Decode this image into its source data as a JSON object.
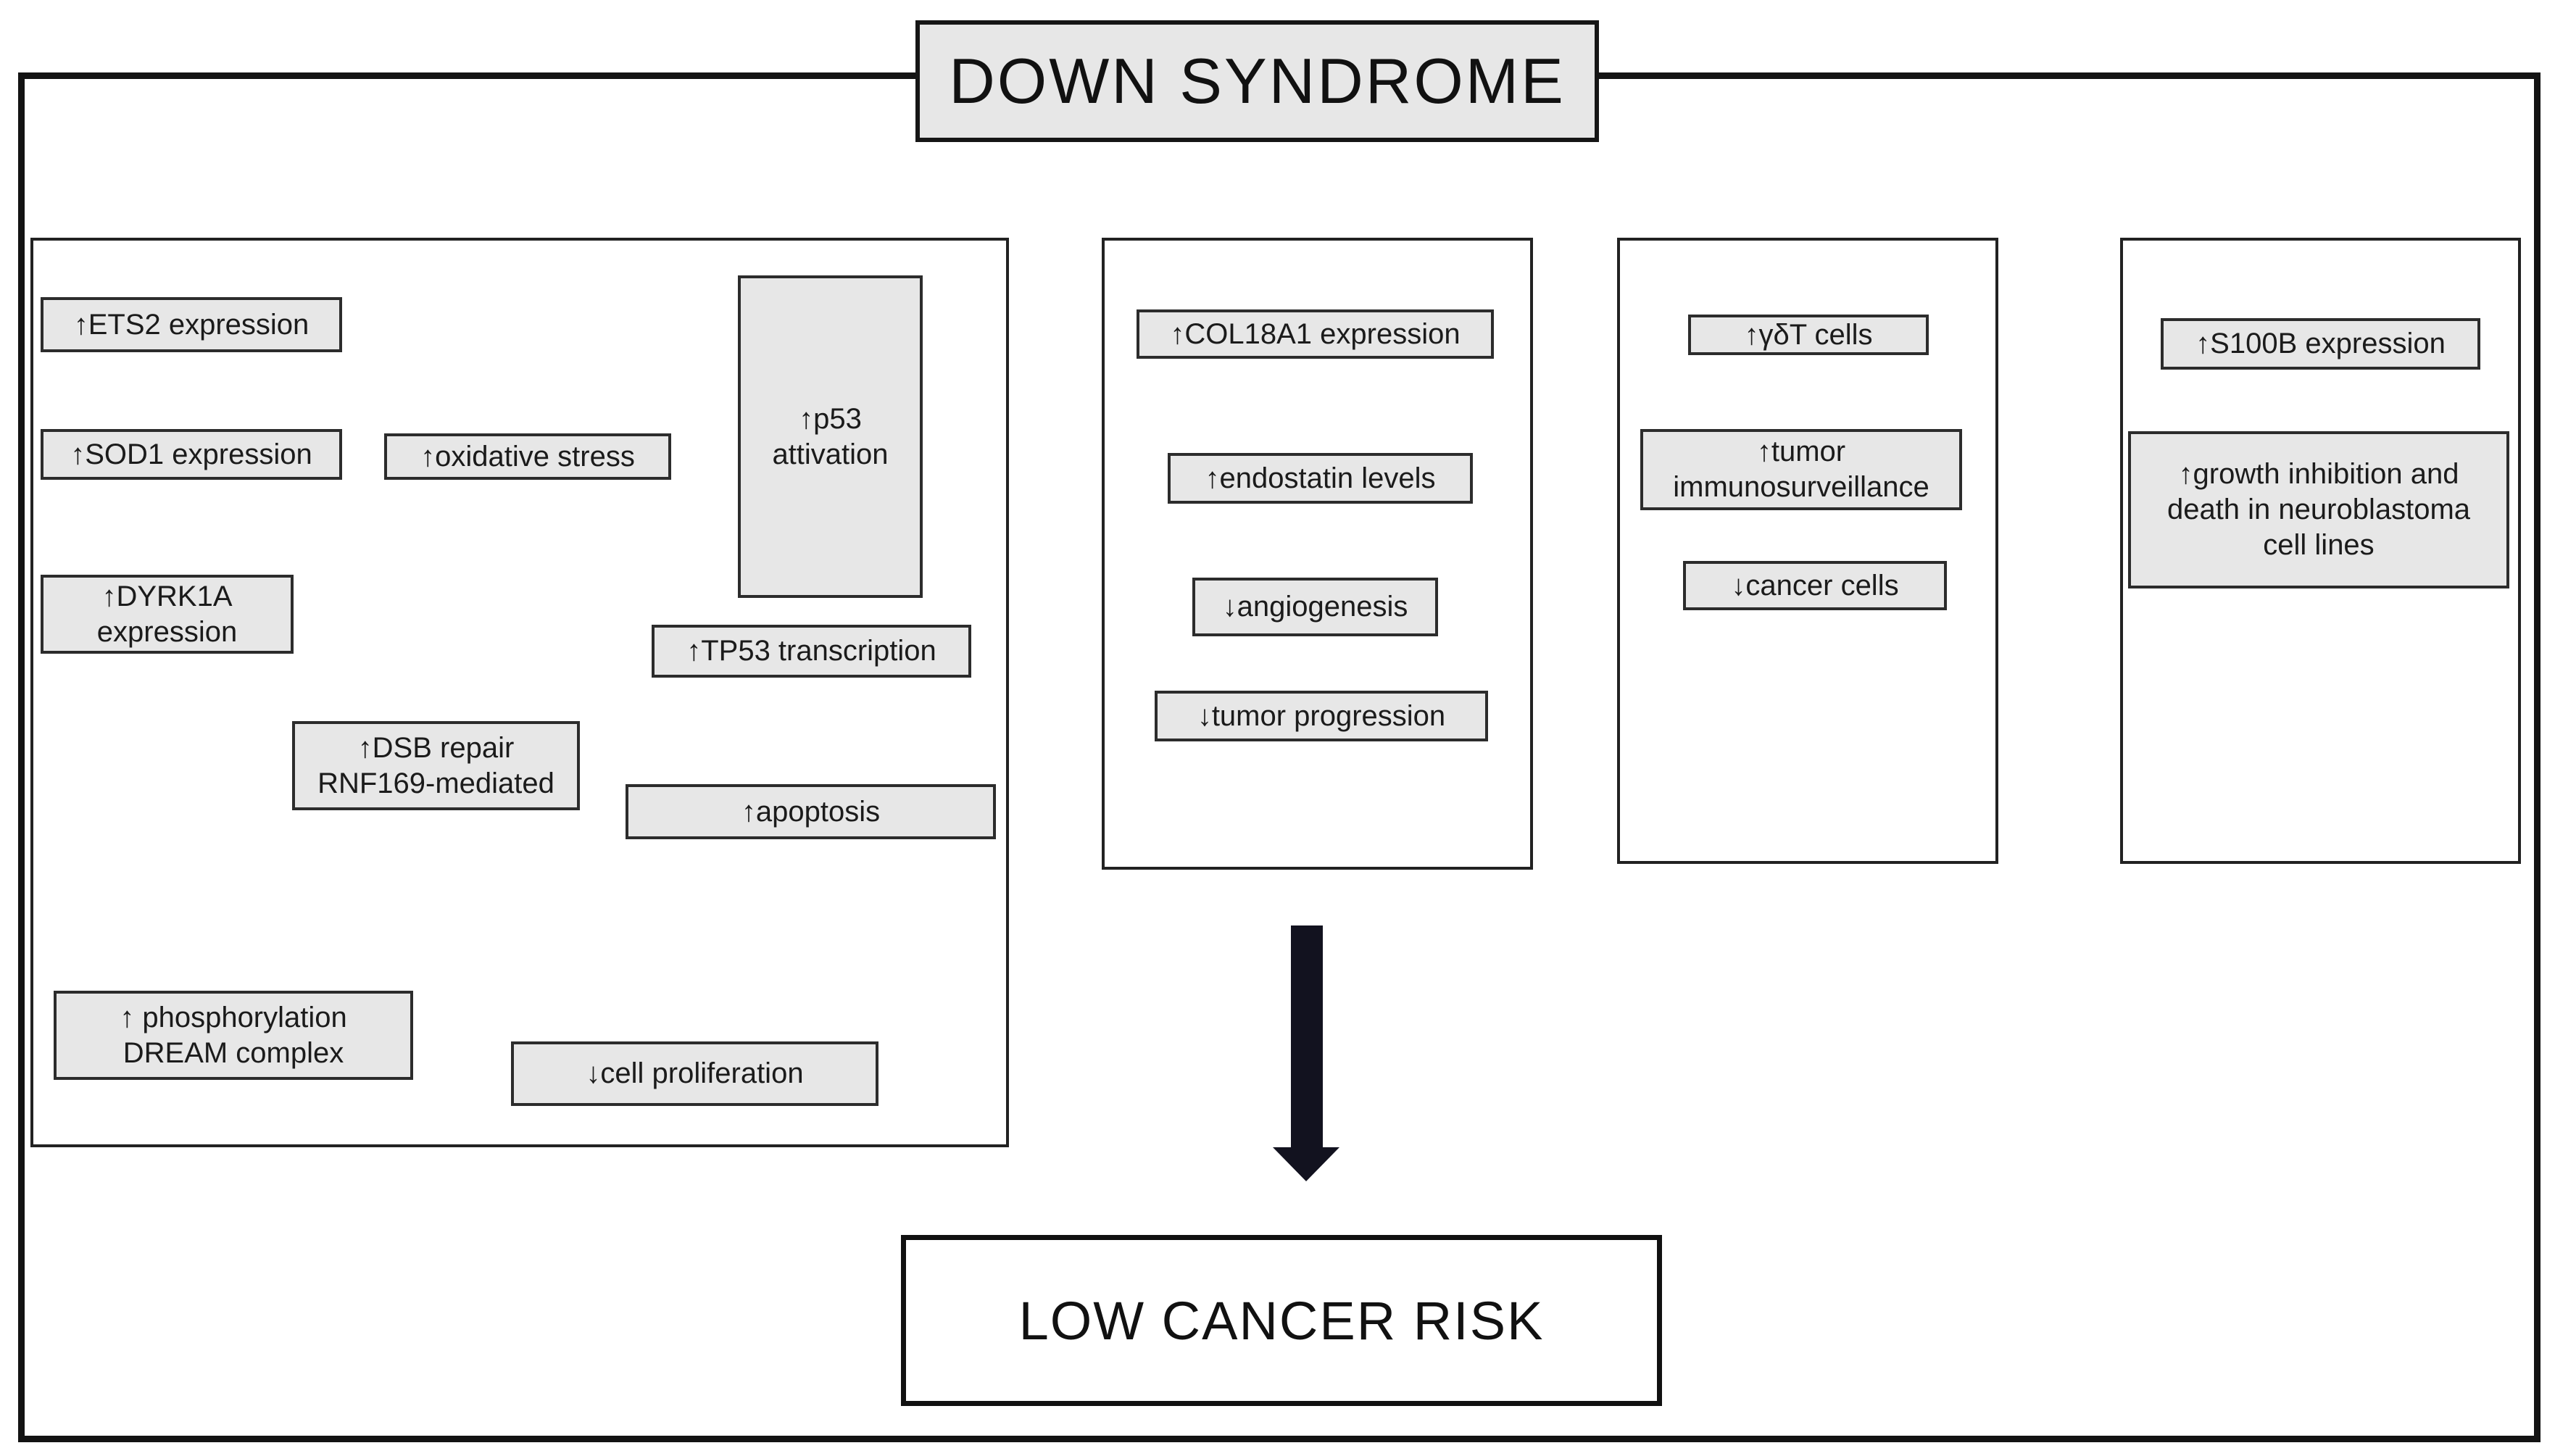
{
  "title": "DOWN SYNDROME",
  "conclusion": "LOW CANCER RISK",
  "colors": {
    "node_fill": "#e7e7e7",
    "node_border": "#2c2c2c",
    "line": "#1c1c1c",
    "frame": "#131313",
    "arrow": "#12121f",
    "background": "#ffffff"
  },
  "panels": {
    "p53_pathway": {
      "ets2": "↑ETS2 expression",
      "sod1": "↑SOD1 expression",
      "oxidative_stress": "↑oxidative stress",
      "p53_activation": "↑p53\nattivation",
      "dyrk1a": "↑DYRK1A\nexpression",
      "tp53_transcription": "↑TP53 transcription",
      "dsb_repair": "↑DSB repair\nRNF169-mediated",
      "apoptosis": "↑apoptosis",
      "phosphorylation_dream": "↑ phosphorylation\nDREAM complex",
      "cell_proliferation": "↓cell proliferation"
    },
    "endostatin_pathway": {
      "col18a1": "↑COL18A1 expression",
      "endostatin": "↑endostatin levels",
      "angiogenesis": "↓angiogenesis",
      "tumor_progression": "↓tumor progression"
    },
    "immune_pathway": {
      "gamma_delta_t_cells": "↑γδT cells",
      "tumor_immunosurveillance": "↑tumor\nimmunosurveillance",
      "cancer_cells": "↓cancer cells"
    },
    "s100b_pathway": {
      "s100b": "↑S100B expression",
      "growth_inhibition": "↑growth inhibition and\ndeath in neuroblastoma\ncell lines"
    }
  }
}
